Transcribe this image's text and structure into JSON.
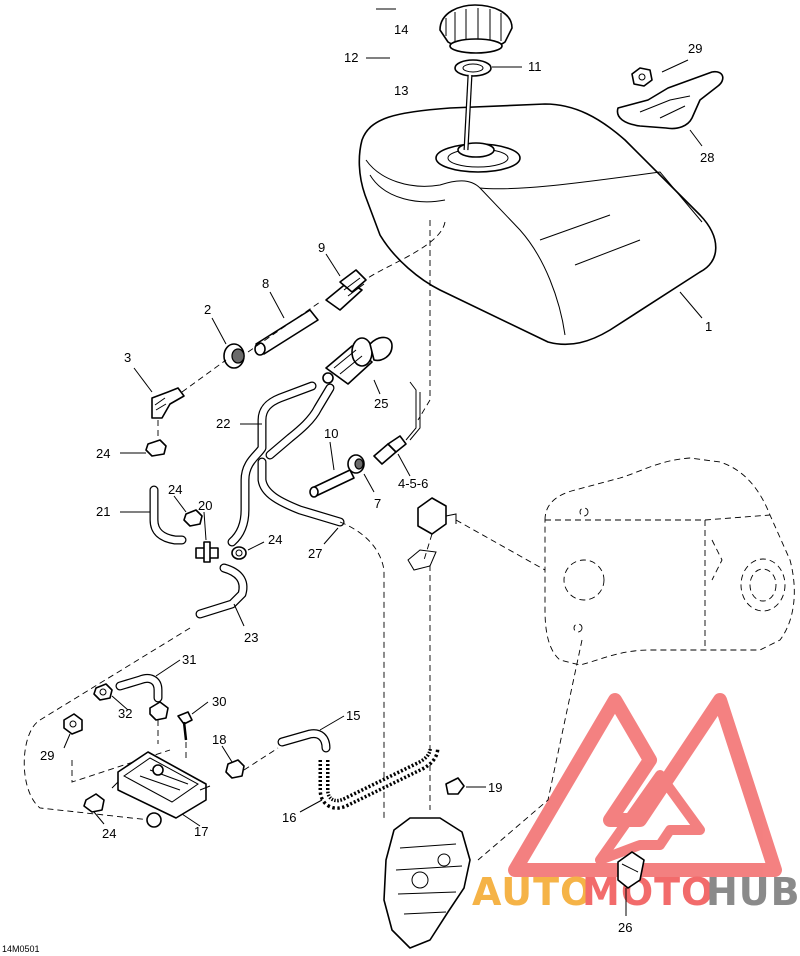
{
  "diagram_code": "14M0501",
  "watermark": {
    "part1": "AUTO",
    "part2": "MOTO",
    "part3": "HUB",
    "color_red": "#f26b6b",
    "color_orange": "#f5b347",
    "color_gray": "#8a8a8a"
  },
  "labels": {
    "l1": "1",
    "l2": "2",
    "l3": "3",
    "l456": "4-5-6",
    "l7": "7",
    "l8": "8",
    "l9": "9",
    "l10": "10",
    "l11": "11",
    "l12": "12",
    "l13": "13",
    "l14": "14",
    "l15": "15",
    "l16": "16",
    "l17": "17",
    "l18": "18",
    "l19": "19",
    "l20": "20",
    "l21": "21",
    "l22": "22",
    "l23": "23",
    "l24a": "24",
    "l24b": "24",
    "l24c": "24",
    "l24d": "24",
    "l25": "25",
    "l26": "26",
    "l27": "27",
    "l28": "28",
    "l29a": "29",
    "l29b": "29",
    "l30": "30",
    "l31": "31",
    "l32": "32"
  }
}
